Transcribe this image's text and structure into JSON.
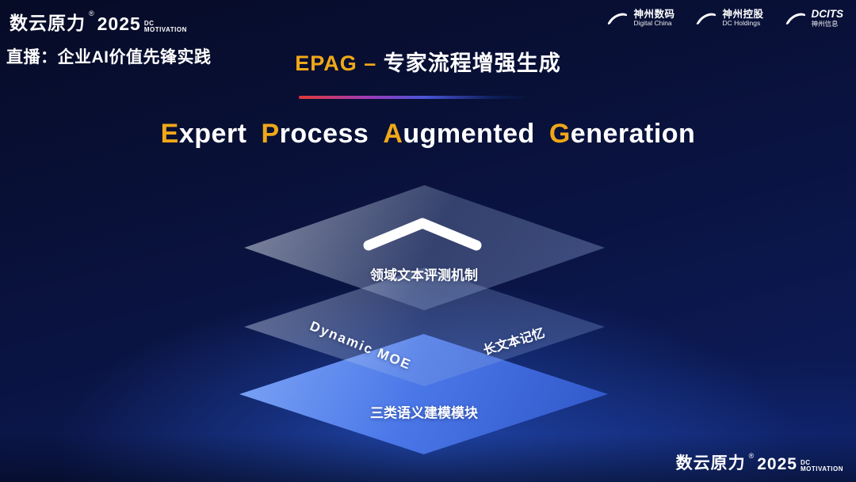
{
  "brand": {
    "name": "数云原力",
    "reg": "®",
    "year": "2025",
    "dc": "DC",
    "motivation": "MOTIVATION"
  },
  "header": {
    "live_label": "直播：企业AI价值先锋实践",
    "slide_title_highlight": "EPAG –",
    "slide_title_rest": " 专家流程增强生成",
    "partners": [
      {
        "name": "神州数码",
        "subtitle": "Digital China"
      },
      {
        "name": "神州控股",
        "subtitle": "DC Holdings"
      },
      {
        "name": "DCITS",
        "subtitle": "神州信息"
      }
    ]
  },
  "main": {
    "title_words": [
      {
        "head": "E",
        "tail": "xpert"
      },
      {
        "head": "P",
        "tail": "rocess"
      },
      {
        "head": "A",
        "tail": "ugmented"
      },
      {
        "head": "G",
        "tail": "eneration"
      }
    ],
    "stack": {
      "top_label": "领域文本评测机制",
      "middle_left_label": "Dynamic MOE",
      "middle_right_label": "长文本记忆",
      "bottom_label": "三类语义建模模块"
    }
  },
  "colors": {
    "accent_gold": "#f0a818",
    "bottom_layer_blue": "#4a77e8",
    "background_navy": "#0a1340"
  }
}
